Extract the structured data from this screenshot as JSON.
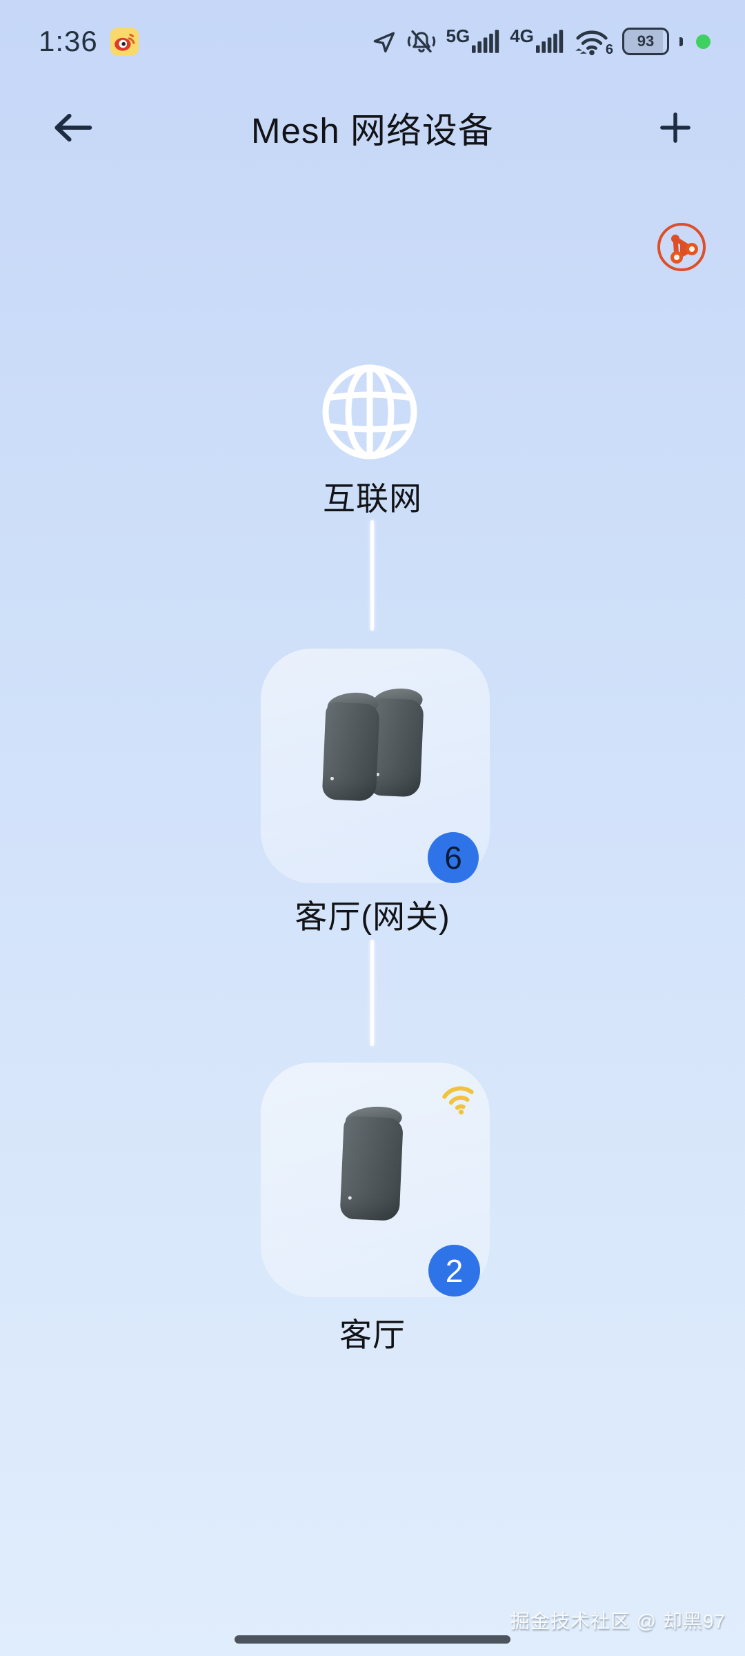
{
  "status_bar": {
    "time": "1:36",
    "notification_app_icon": "weibo-icon",
    "location_icon": "location-arrow-icon",
    "mute_icon": "mute-vibrate-icon",
    "network_5g_label": "5G",
    "network_4g_label": "4G",
    "wifi_icon": "wifi-icon",
    "wifi_generation": "6",
    "battery_percent": "93",
    "privacy_dot_color": "#3ed160"
  },
  "header": {
    "back_icon": "back-arrow-icon",
    "title": "Mesh 网络设备",
    "add_icon": "plus-icon"
  },
  "toolbar": {
    "topology_icon": "network-topology-icon",
    "topology_icon_color": "#de4f28"
  },
  "topology": {
    "internet": {
      "icon": "globe-icon",
      "label": "互联网"
    },
    "nodes": [
      {
        "label": "客厅(网关)",
        "badge_count": "6"
      },
      {
        "label": "客厅",
        "badge_count": "2",
        "link_icon": "wifi-yellow-icon"
      }
    ],
    "badge_color": "#2e74e8",
    "connector_line_color": "#ffffff"
  },
  "watermark": {
    "text": "掘金技术社区 @ 却黑97"
  },
  "colors": {
    "background_top": "#c6d7f8",
    "background_bottom": "#e0edfc",
    "wifi_yellow": "#f1c33c",
    "badge_text_gateway": "#0a1b33",
    "badge_text_node": "#ffffff"
  }
}
